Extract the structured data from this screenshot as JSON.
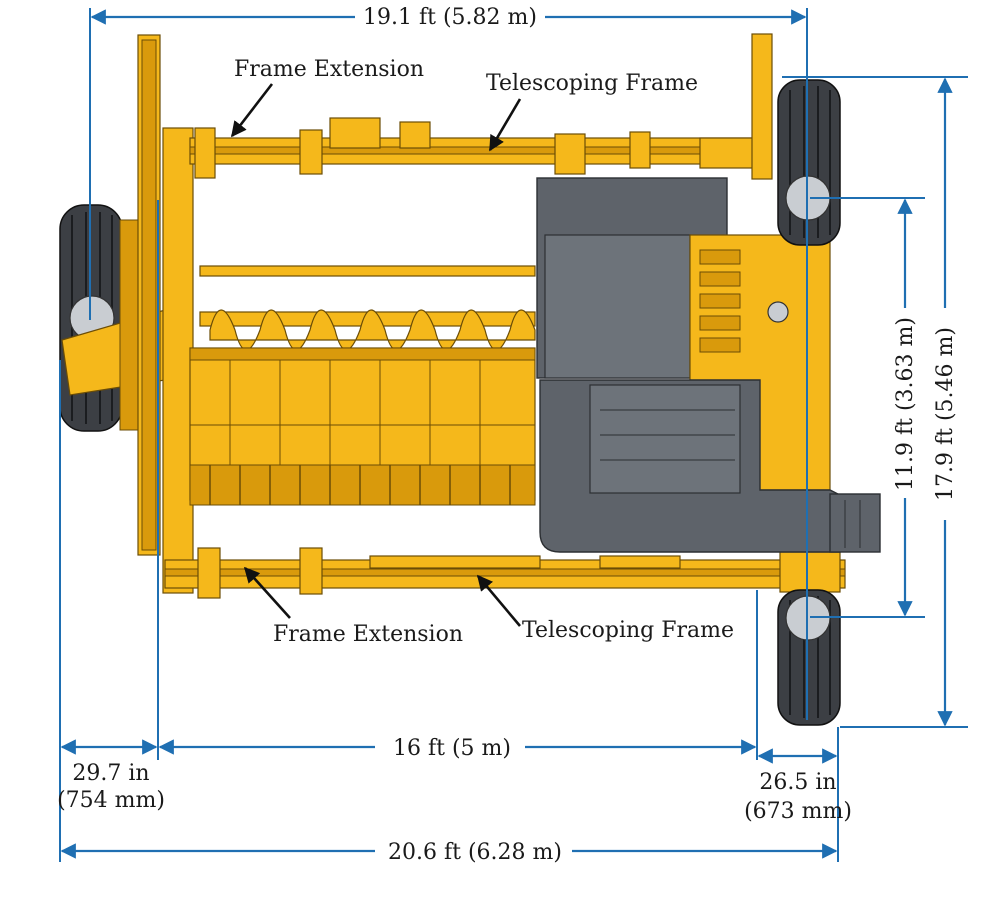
{
  "callouts": {
    "frame_extension_top": "Frame Extension",
    "telescoping_frame_top": "Telescoping Frame",
    "frame_extension_bottom": "Frame Extension",
    "telescoping_frame_bottom": "Telescoping Frame"
  },
  "dimensions": {
    "overall_top": "19.1 ft (5.82 m)",
    "right_inner": "11.9 ft (3.63 m)",
    "right_outer": "17.9 ft (5.46 m)",
    "bottom_left_line1": "29.7 in",
    "bottom_left_line2": "(754 mm)",
    "bottom_middle": "16 ft (5 m)",
    "bottom_right_line1": "26.5 in",
    "bottom_right_line2": "(673 mm)",
    "bottom_overall": "20.6 ft (6.28 m)"
  },
  "colors": {
    "machine_yellow": "#f5b81b",
    "machine_gray": "#5e636a",
    "dimension_blue": "#1f6fb2"
  }
}
